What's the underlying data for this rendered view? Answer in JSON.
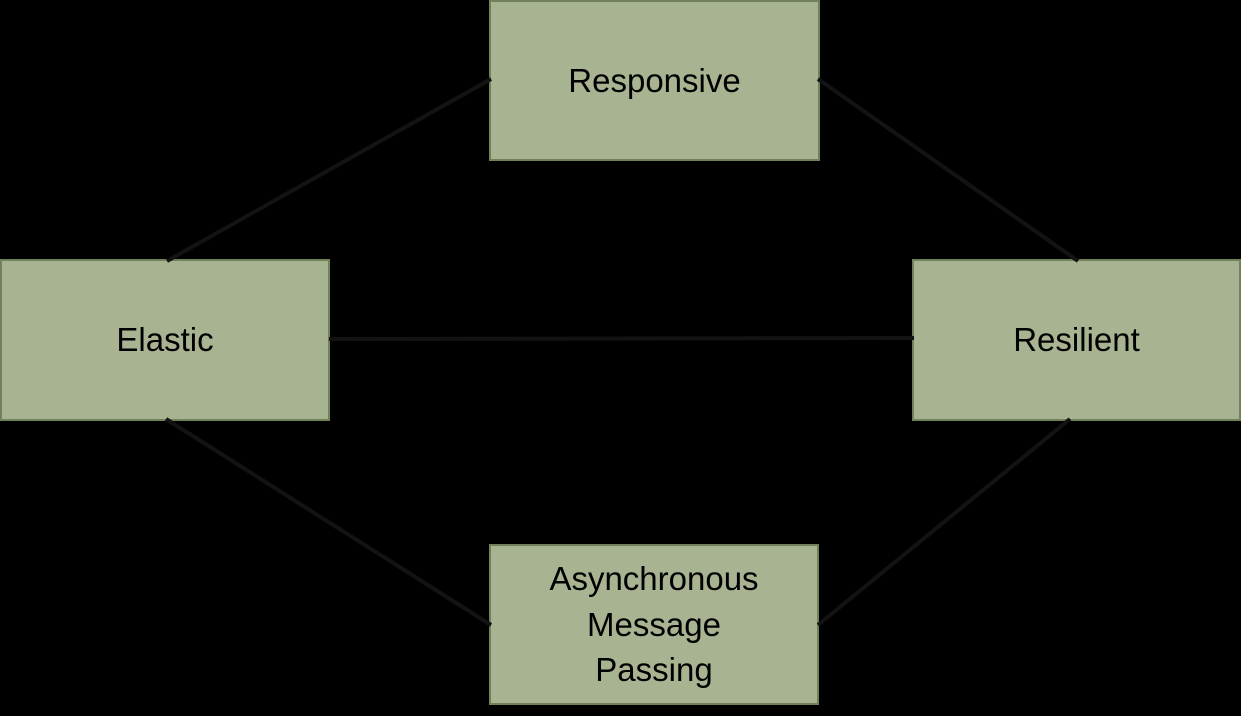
{
  "diagram": {
    "colors": {
      "background": "#000000",
      "node_fill": "#a8b392",
      "node_border": "#71815a",
      "node_text": "#000000",
      "connector": "#131313"
    },
    "nodes": [
      {
        "id": "responsive",
        "label": "Responsive"
      },
      {
        "id": "elastic",
        "label": "Elastic"
      },
      {
        "id": "resilient",
        "label": "Resilient"
      },
      {
        "id": "asynchronous-message-passing",
        "label": "Asynchronous Message Passing",
        "lines": [
          "Asynchronous",
          "Message",
          "Passing"
        ]
      }
    ],
    "connectors": [
      {
        "from": "elastic",
        "to": "responsive"
      },
      {
        "from": "resilient",
        "to": "responsive"
      },
      {
        "from": "elastic",
        "to": "resilient"
      },
      {
        "from": "asynchronous-message-passing",
        "to": "elastic"
      },
      {
        "from": "asynchronous-message-passing",
        "to": "resilient"
      }
    ]
  }
}
